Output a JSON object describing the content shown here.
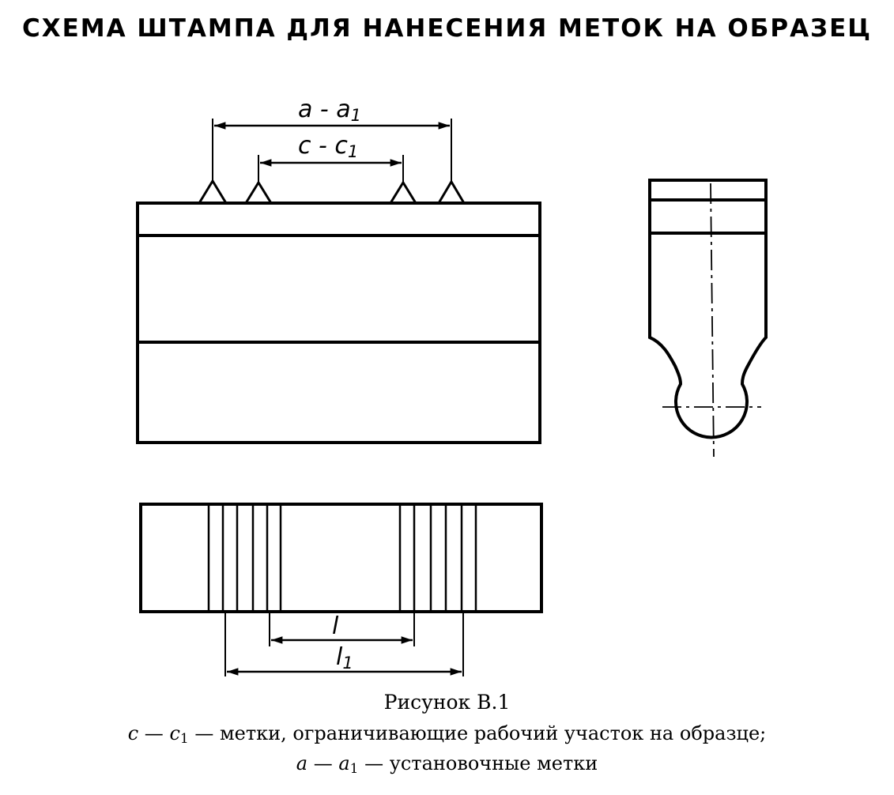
{
  "title": "СХЕМА ШТАМПА ДЛЯ НАНЕСЕНИЯ МЕТОК НА ОБРАЗЕЦ",
  "dimensions": {
    "a_a1": {
      "main": "a - a",
      "sub": "1"
    },
    "c_c1": {
      "main": "c - c",
      "sub": "1"
    },
    "l": {
      "main": "l"
    },
    "l1": {
      "main": "l",
      "sub": "1"
    }
  },
  "caption": {
    "figure": "Рисунок В.1",
    "line1": {
      "c": "c",
      "dash1": " — ",
      "c1": "c",
      "c1_sub": "1",
      "text": " — метки, ограничивающие рабочий участок на образце;"
    },
    "line2": {
      "a": "a",
      "dash1": " — ",
      "a1": "a",
      "a1_sub": "1",
      "text": " — установочные метки"
    }
  },
  "colors": {
    "line": "#000000",
    "background": "#ffffff"
  }
}
